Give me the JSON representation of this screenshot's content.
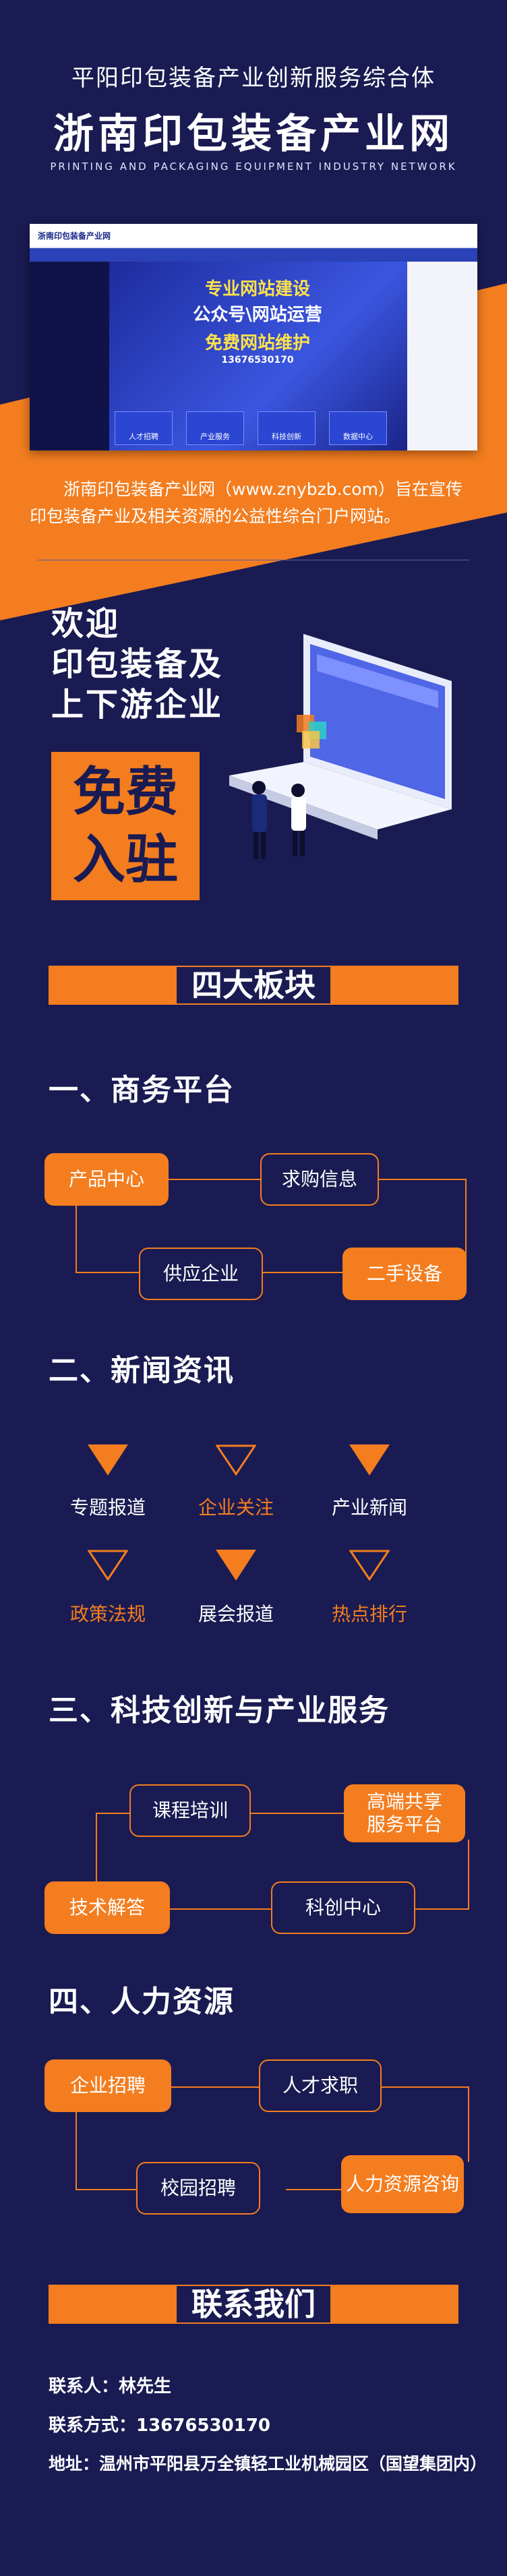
{
  "header": {
    "subtitle": "平阳印包装备产业创新服务综合体",
    "title": "浙南印包装备产业网",
    "en_title": "PRINTING AND PACKAGING EQUIPMENT INDUSTRY NETWORK"
  },
  "screenshot": {
    "site_name": "浙南印包装备产业网",
    "banner_line1": "专业网站建设",
    "banner_line2": "公众号\\网站运营",
    "banner_line3": "免费网站维护",
    "banner_phone": "13676530170",
    "tiles": [
      "人才招聘",
      "产业服务",
      "科技创新",
      "数据中心"
    ]
  },
  "intro": "浙南印包装备产业网（www.znybzb.com）旨在宣传印包装备产业及相关资源的公益性综合门户网站。",
  "welcome": {
    "line1": "欢迎",
    "line2": "印包装备及",
    "line3": "上下游企业",
    "free_line1": "免费",
    "free_line2": "入驻"
  },
  "four_blocks": "四大板块",
  "sections": {
    "s1": {
      "title": "一、商务平台",
      "items": [
        "产品中心",
        "求购信息",
        "供应企业",
        "二手设备"
      ]
    },
    "s2": {
      "title": "二、新闻资讯",
      "items": [
        "专题报道",
        "企业关注",
        "产业新闻",
        "政策法规",
        "展会报道",
        "热点排行"
      ]
    },
    "s3": {
      "title": "三、科技创新与产业服务",
      "items": [
        "课程培训",
        "高端共享服务平台",
        "技术解答",
        "科创中心"
      ]
    },
    "s4": {
      "title": "四、人力资源",
      "items": [
        "企业招聘",
        "人才求职",
        "校园招聘",
        "人力资源咨询"
      ]
    }
  },
  "contact": {
    "heading": "联系我们",
    "person": "联系人：林先生",
    "phone": "联系方式：13676530170",
    "address": "地址：温州市平阳县万全镇轻工业机械园区（国望集团内）"
  },
  "colors": {
    "accent": "#f37d1f",
    "background": "#1a1b52"
  }
}
